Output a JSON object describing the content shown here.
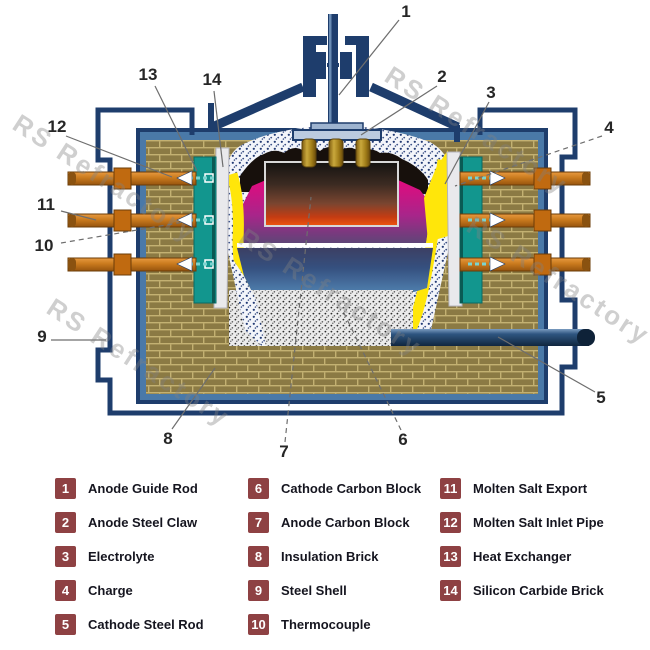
{
  "watermark": {
    "text": "RS Refractory"
  },
  "callout_numbers": [
    "1",
    "2",
    "3",
    "4",
    "5",
    "6",
    "7",
    "8",
    "9",
    "10",
    "11",
    "12",
    "13",
    "14"
  ],
  "legend": {
    "items": [
      {
        "number": "1",
        "label": "Anode Guide Rod"
      },
      {
        "number": "2",
        "label": "Anode Steel Claw"
      },
      {
        "number": "3",
        "label": "Electrolyte"
      },
      {
        "number": "4",
        "label": "Charge"
      },
      {
        "number": "5",
        "label": "Cathode Steel Rod"
      },
      {
        "number": "6",
        "label": "Cathode Carbon Block"
      },
      {
        "number": "7",
        "label": "Anode Carbon Block"
      },
      {
        "number": "8",
        "label": "Insulation Brick"
      },
      {
        "number": "9",
        "label": "Steel Shell"
      },
      {
        "number": "10",
        "label": "Thermocouple"
      },
      {
        "number": "11",
        "label": "Molten Salt Export"
      },
      {
        "number": "12",
        "label": "Molten Salt Inlet Pipe"
      },
      {
        "number": "13",
        "label": "Heat Exchanger"
      },
      {
        "number": "14",
        "label": "Silicon Carbide Brick"
      }
    ]
  },
  "colors": {
    "steel_shell_navy": "#1e3d6c",
    "shell_inner_blue": "#4a79a8",
    "insulation_brick": "#8b7a44",
    "brick_mortar": "#c3b172",
    "heat_exchanger_teal": "#12968e",
    "pipe_orange": "#c97a1d",
    "electrolyte_magenta": "#d4006e",
    "lining_yellow": "#ffe60a",
    "legend_badge_maroon": "#8e4143"
  }
}
